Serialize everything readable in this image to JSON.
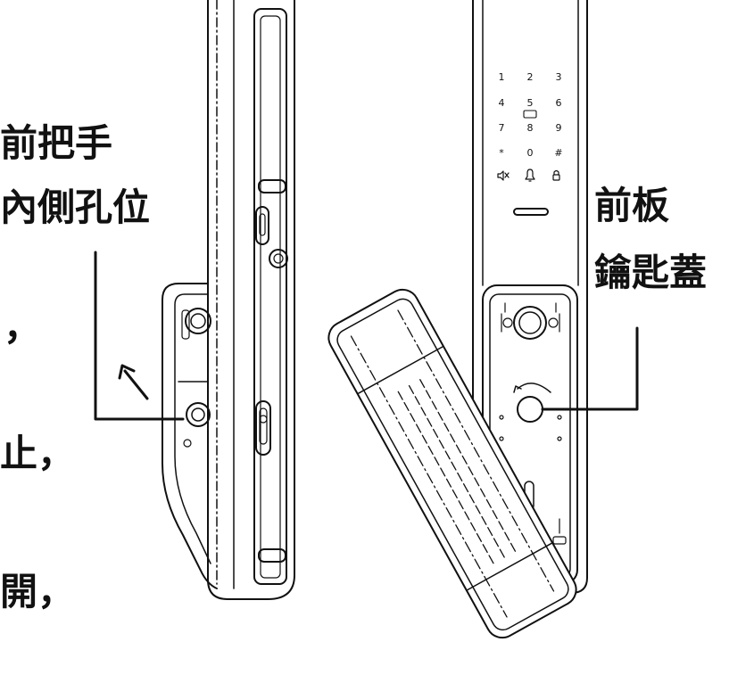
{
  "left_labels": {
    "line1": "前把手",
    "line2": "內側孔位",
    "frag1": "，",
    "frag2": "止，",
    "frag3": "開，"
  },
  "right_labels": {
    "line1": "前板",
    "line2": "鑰匙蓋"
  },
  "keypad": {
    "rows": [
      [
        "1",
        "2",
        "3"
      ],
      [
        "4",
        "5",
        "6"
      ],
      [
        "7",
        "8",
        "9"
      ],
      [
        "*",
        "0",
        "#"
      ]
    ]
  },
  "icons": [
    "mute-icon",
    "bell-icon",
    "lock-icon",
    "rotate-arrow-icon"
  ],
  "colors": {
    "line": "#111111",
    "background": "#ffffff"
  }
}
